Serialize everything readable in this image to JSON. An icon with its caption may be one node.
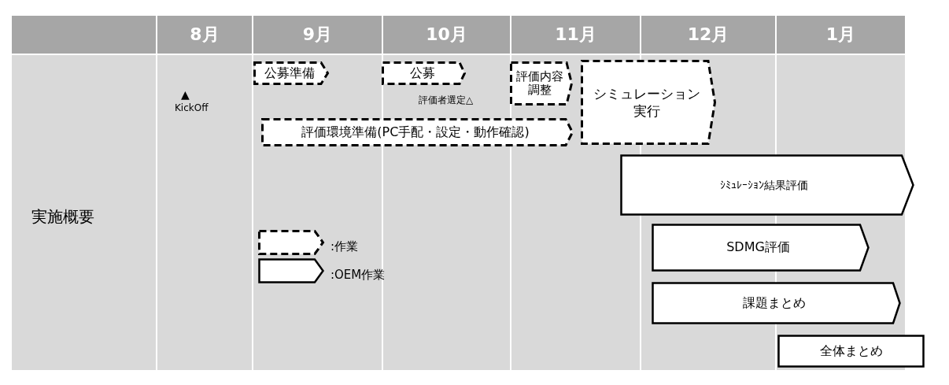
{
  "diagram": {
    "nodes": [
      {
        "text": [
          "公募準備"
        ]
      },
      {
        "text": [
          "公募"
        ]
      },
      {
        "text": [
          "評価内容調整"
        ]
      },
      {
        "text": [
          "評価環境準備(PC手配・設定・動作確認)"
        ]
      },
      {
        "text": [
          "シミュレーション実行"
        ]
      },
      {
        "text": [
          "ｼﾐｭﾚｰｼｮﾝ結果評価"
        ]
      },
      {
        "text": [
          "SDMG評価"
        ]
      },
      {
        "text": [
          "課題まとめ"
        ]
      },
      {
        "text": [
          "全体まとめ"
        ]
      }
    ],
    "edges": [],
    "labels": [
      "8月",
      "9月",
      "10月",
      "11月",
      "12月",
      "1月",
      "▲",
      "KickOff",
      "評価者選定△",
      "実施概要"
    ],
    "legend": [
      {
        "text": ":作業"
      },
      {
        "text": ":OEM作業"
      }
    ]
  }
}
